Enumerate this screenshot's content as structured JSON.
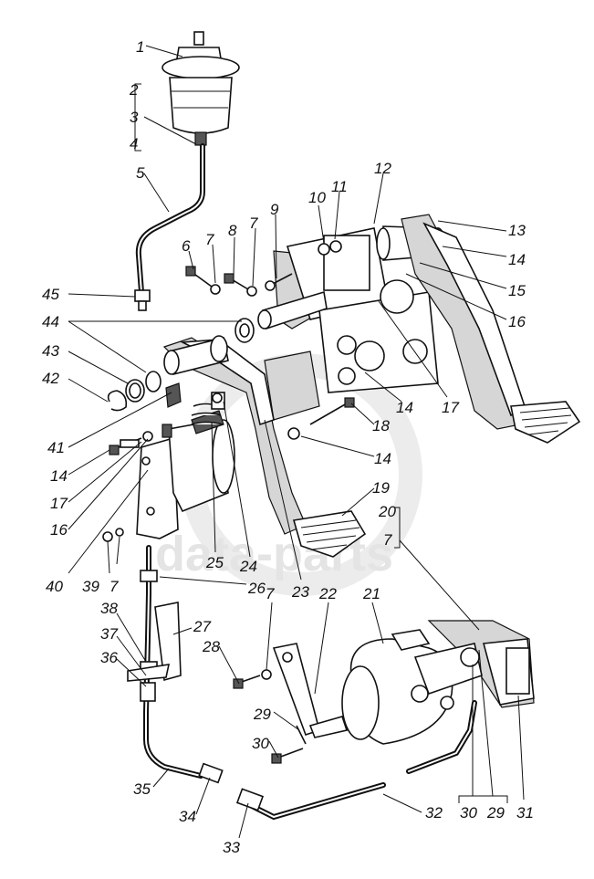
{
  "watermark": {
    "text": "data-parts",
    "logo_letter": "P"
  },
  "callouts": [
    {
      "id": "c1",
      "text": "1"
    },
    {
      "id": "c2",
      "text": "2"
    },
    {
      "id": "c3",
      "text": "3"
    },
    {
      "id": "c4",
      "text": "4"
    },
    {
      "id": "c5",
      "text": "5"
    },
    {
      "id": "c6",
      "text": "6"
    },
    {
      "id": "c7a",
      "text": "7"
    },
    {
      "id": "c8",
      "text": "8"
    },
    {
      "id": "c7b",
      "text": "7"
    },
    {
      "id": "c9",
      "text": "9"
    },
    {
      "id": "c10",
      "text": "10"
    },
    {
      "id": "c11",
      "text": "11"
    },
    {
      "id": "c12",
      "text": "12"
    },
    {
      "id": "c13",
      "text": "13"
    },
    {
      "id": "c14a",
      "text": "14"
    },
    {
      "id": "c15",
      "text": "15"
    },
    {
      "id": "c16a",
      "text": "16"
    },
    {
      "id": "c45",
      "text": "45"
    },
    {
      "id": "c44",
      "text": "44"
    },
    {
      "id": "c43",
      "text": "43"
    },
    {
      "id": "c42",
      "text": "42"
    },
    {
      "id": "c41",
      "text": "41"
    },
    {
      "id": "c14b",
      "text": "14"
    },
    {
      "id": "c17a",
      "text": "17"
    },
    {
      "id": "c16b",
      "text": "16"
    },
    {
      "id": "c40",
      "text": "40"
    },
    {
      "id": "c39",
      "text": "39"
    },
    {
      "id": "c7c",
      "text": "7"
    },
    {
      "id": "c18",
      "text": "18"
    },
    {
      "id": "c14c",
      "text": "14"
    },
    {
      "id": "c17b",
      "text": "17"
    },
    {
      "id": "c14d",
      "text": "14"
    },
    {
      "id": "c19",
      "text": "19"
    },
    {
      "id": "c20",
      "text": "20"
    },
    {
      "id": "c7d",
      "text": "7"
    },
    {
      "id": "c25",
      "text": "25"
    },
    {
      "id": "c24",
      "text": "24"
    },
    {
      "id": "c23",
      "text": "23"
    },
    {
      "id": "c26",
      "text": "26"
    },
    {
      "id": "c22",
      "text": "22"
    },
    {
      "id": "c21",
      "text": "21"
    },
    {
      "id": "c7e",
      "text": "7"
    },
    {
      "id": "c38",
      "text": "38"
    },
    {
      "id": "c27",
      "text": "27"
    },
    {
      "id": "c37",
      "text": "37"
    },
    {
      "id": "c36",
      "text": "36"
    },
    {
      "id": "c28",
      "text": "28"
    },
    {
      "id": "c29a",
      "text": "29"
    },
    {
      "id": "c30a",
      "text": "30"
    },
    {
      "id": "c35",
      "text": "35"
    },
    {
      "id": "c34",
      "text": "34"
    },
    {
      "id": "c33",
      "text": "33"
    },
    {
      "id": "c32",
      "text": "32"
    },
    {
      "id": "c30b",
      "text": "30"
    },
    {
      "id": "c29b",
      "text": "29"
    },
    {
      "id": "c31",
      "text": "31"
    }
  ]
}
